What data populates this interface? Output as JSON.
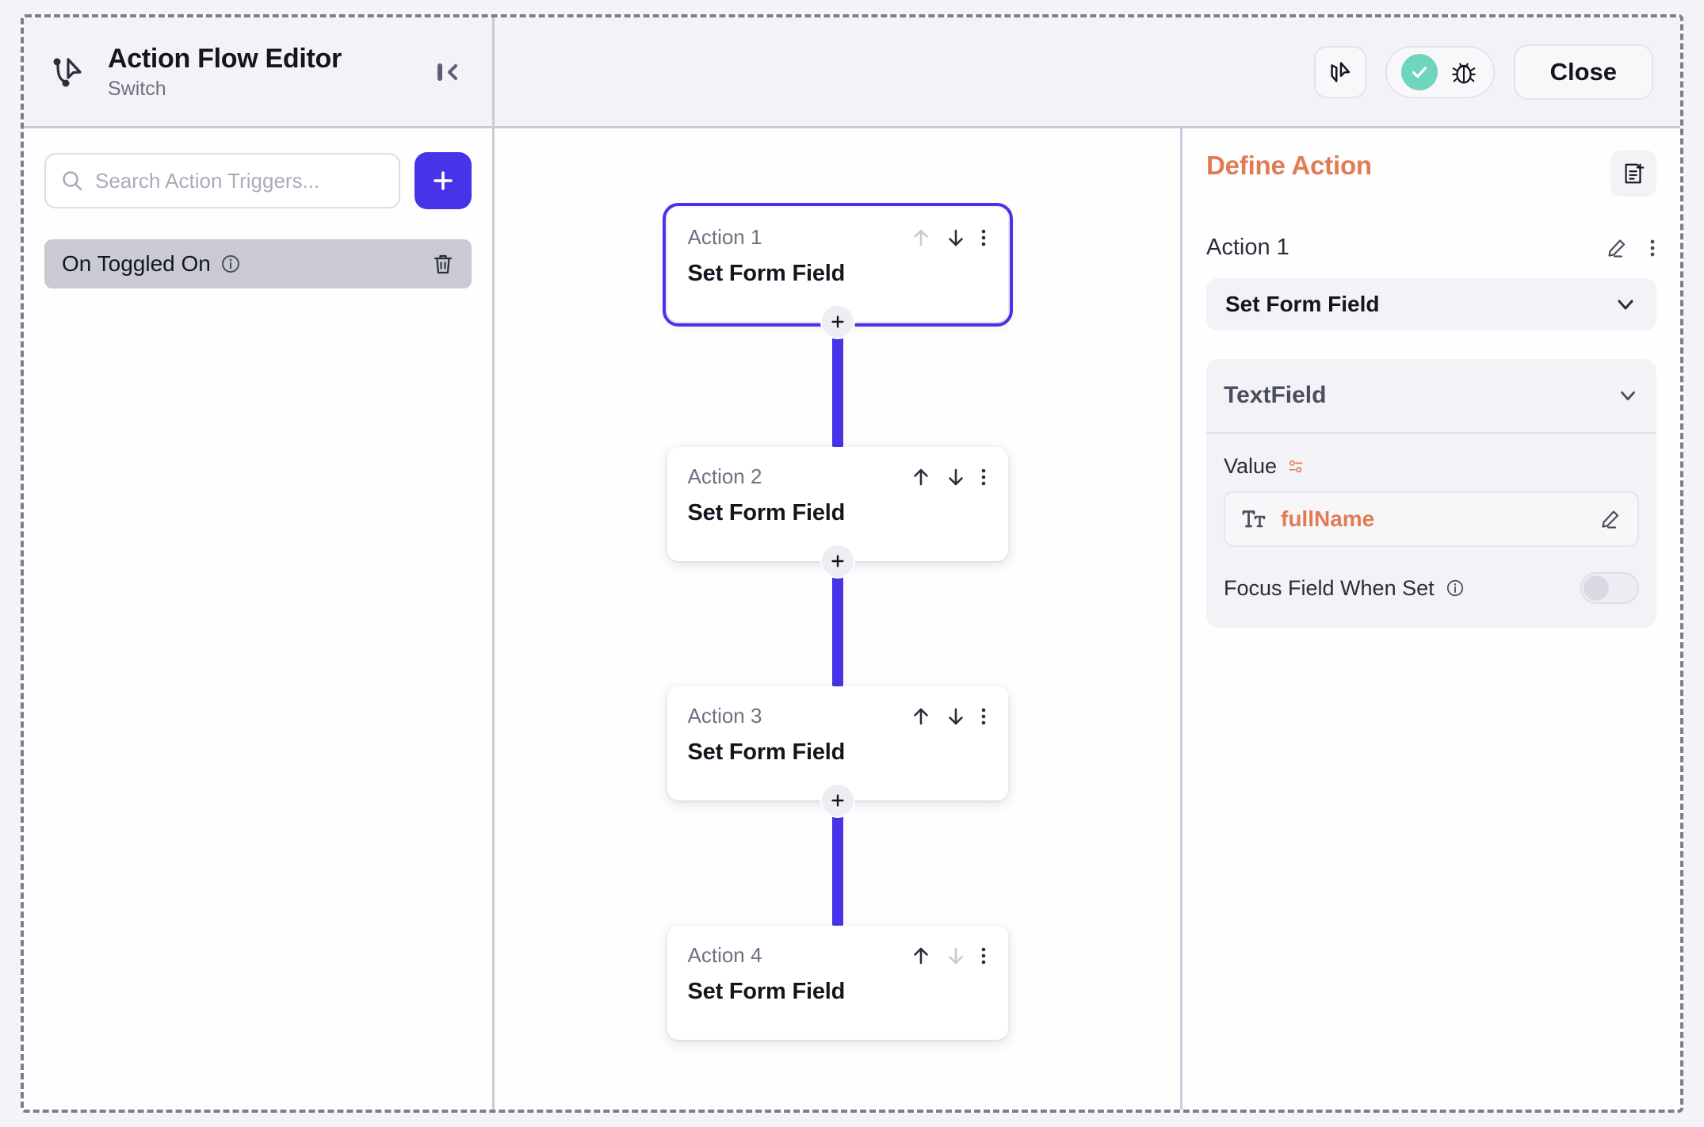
{
  "header": {
    "icon": "flow-pointer-icon",
    "title": "Action Flow Editor",
    "subtitle": "Switch",
    "collapse_icon": "collapse-panel-icon",
    "flow_tool_icon": "flow-select-icon",
    "status_check_icon": "check-icon",
    "debug_icon": "bug-icon",
    "close_label": "Close"
  },
  "left_panel": {
    "search": {
      "icon": "search-icon",
      "placeholder": "Search Action Triggers...",
      "value": ""
    },
    "add_button_icon": "plus-icon",
    "triggers": [
      {
        "label": "On Toggled On",
        "info_icon": "info-icon",
        "delete_icon": "trash-icon"
      }
    ]
  },
  "canvas": {
    "nodes": [
      {
        "index": "Action 1",
        "title": "Set Form Field",
        "selected": true,
        "move_up_enabled": false,
        "move_down_enabled": true,
        "menu_icon": "more-vertical-icon"
      },
      {
        "index": "Action 2",
        "title": "Set Form Field",
        "selected": false,
        "move_up_enabled": true,
        "move_down_enabled": true,
        "menu_icon": "more-vertical-icon"
      },
      {
        "index": "Action 3",
        "title": "Set Form Field",
        "selected": false,
        "move_up_enabled": true,
        "move_down_enabled": true,
        "menu_icon": "more-vertical-icon"
      },
      {
        "index": "Action 4",
        "title": "Set Form Field",
        "selected": false,
        "move_up_enabled": true,
        "move_down_enabled": false,
        "menu_icon": "more-vertical-icon"
      }
    ],
    "add_node_icon": "plus-icon",
    "connector_color": "#4733e8"
  },
  "right_panel": {
    "title": "Define Action",
    "insert_icon": "add-note-icon",
    "action_name": "Action 1",
    "edit_icon": "pencil-icon",
    "menu_icon": "more-vertical-icon",
    "action_type": "Set Form Field",
    "action_type_chevron": "chevron-down-icon",
    "field_name": "TextField",
    "field_chevron": "chevron-down-icon",
    "value_label": "Value",
    "value_variable_icon": "settings-sliders-icon",
    "value_type_icon": "text-format-icon",
    "value_text": "fullName",
    "value_edit_icon": "pencil-icon",
    "focus_label": "Focus Field When Set",
    "focus_info_icon": "info-icon",
    "focus_enabled": false
  },
  "colors": {
    "accent_purple": "#4733e8",
    "accent_orange": "#e07c54",
    "status_green": "#6fd5bd"
  }
}
